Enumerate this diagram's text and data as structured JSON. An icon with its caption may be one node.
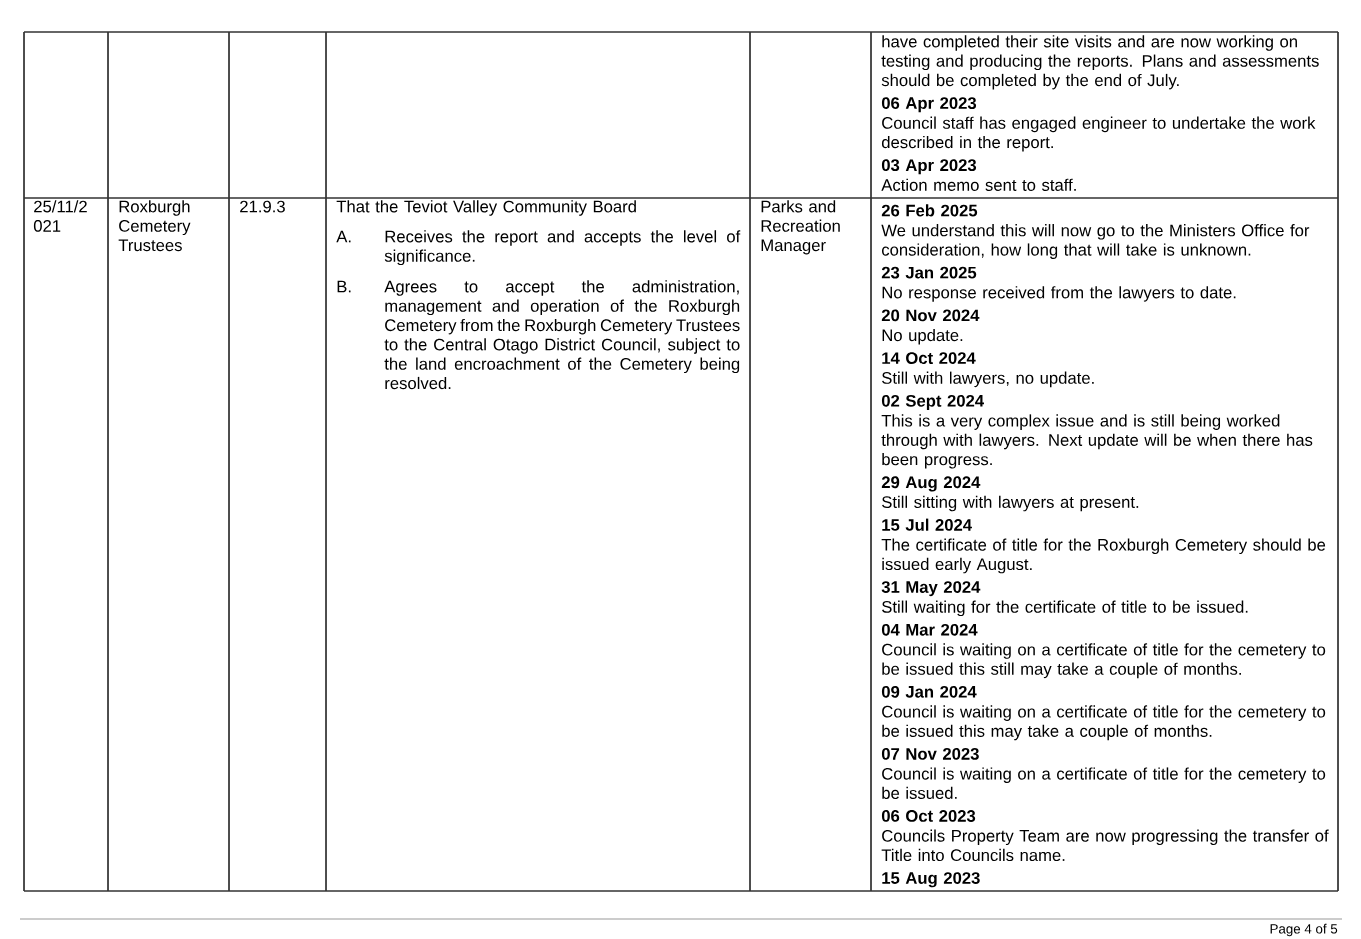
{
  "diagram": {
    "labels": [
      "have completed their site visits and are now working on testing and producing the reports. Plans and assessments should be completed by the end of July.",
      "06 Apr 2023",
      "Council staff has engaged engineer to undertake the work described in the report.",
      "03 Apr 2023",
      "Action memo sent to staff.",
      "25/11/2 021",
      "Roxburgh Cemetery Trustees",
      "21.9.3",
      "That the Teviot Valley Community Board",
      "A.",
      "Receives the report and accepts the level of significance.",
      "B.",
      "Agrees to accept the administration, management and operation of the Roxburgh Cemetery from the Roxburgh Cemetery Trustees to the Central Otago District Council, subject to the land encroachment of the Cemetery being resolved.",
      "Parks and Recreation Manager",
      "26 Feb 2025",
      "We understand this will now go to the Ministers Office for consideration, how long that will take is unknown.",
      "23 Jan 2025",
      "No response received from the lawyers to date.",
      "20 Nov 2024",
      "No update.",
      "14 Oct 2024",
      "Still with lawyers, no update.",
      "02 Sept 2024",
      "This is a very complex issue and is still being worked through with lawyers. Next update will be when there has been progress.",
      "29 Aug 2024",
      "Still sitting with lawyers at present.",
      "15 Jul 2024",
      "The certificate of title for the Roxburgh Cemetery should be issued early August.",
      "31 May 2024",
      "Still waiting for the certificate of title to be issued.",
      "04 Mar 2024",
      "Council is waiting on a certificate of title for the cemetery to be issued this still may take a couple of months.",
      "09 Jan 2024",
      "Council is waiting on a certificate of title for the cemetery to be issued this may take a couple of months.",
      "07 Nov 2023",
      "Council is waiting on a certificate of title for the cemetery to be issued.",
      "06 Oct 2023",
      "Councils Property Team are now progressing the transfer of Title into Councils name.",
      "15 Aug 2023",
      "Page 4 of 5"
    ]
  }
}
